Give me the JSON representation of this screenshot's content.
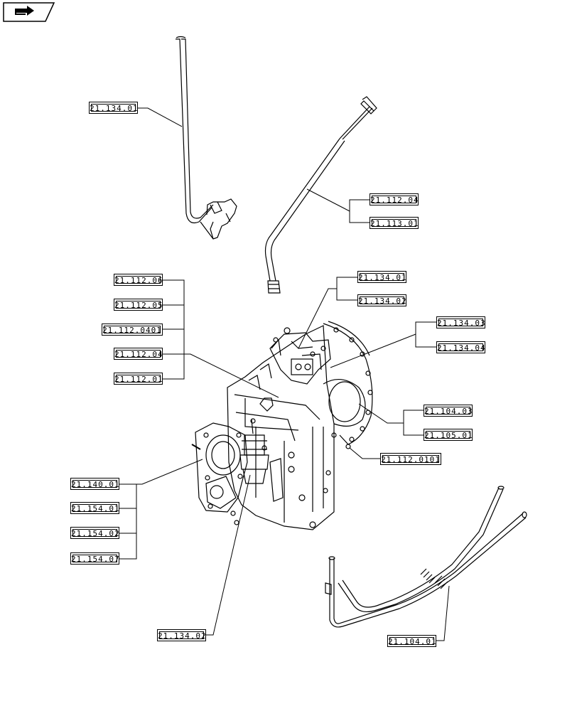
{
  "nav_icon": "next-page-arrow-icon",
  "callouts": {
    "c1": "21.134.01",
    "c2": "21.112.04",
    "c3": "21.113.01",
    "c4": "21.134.01",
    "c5": "21.134.02",
    "c6": "21.134.03",
    "c7": "21.134.04",
    "c8": "21.112.06",
    "c9": "21.112.05",
    "c10": "21.112.0401",
    "c11": "21.112.04",
    "c12": "21.112.01",
    "c13": "21.104.03",
    "c14": "21.105.01",
    "c15": "21.112.0101",
    "c16": "21.140.01",
    "c17": "21.154.01",
    "c18": "21.154.02",
    "c19": "21.154.07",
    "c20": "21.134.02",
    "c21": "21.104.01"
  }
}
